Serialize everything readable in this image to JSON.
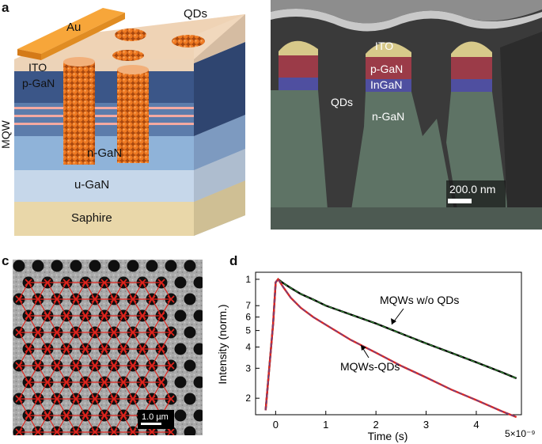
{
  "panels": {
    "a": {
      "letter": "a",
      "labels": {
        "au": "Au",
        "qds": "QDs",
        "ito": "ITO",
        "pgan": "p-GaN",
        "mqw": "MQW",
        "ngan": "n-GaN",
        "ugan": "u-GaN",
        "saphire": "Saphire"
      },
      "colors": {
        "au": "#f39c2a",
        "ito": "#ecd3b8",
        "pgan": "#3b5688",
        "mqw_well": "#f4a9a1",
        "ngan": "#8fb3d9",
        "ugan": "#c6d7ea",
        "saphire": "#e9d7a9",
        "qd": "#e46f1e"
      }
    },
    "b": {
      "letter": "b",
      "labels": {
        "ito": "ITO",
        "pgan": "p-GaN",
        "ingan": "InGaN",
        "qds": "QDs",
        "ngan": "n-GaN",
        "scale_bar": "200.0 nm"
      },
      "colors": {
        "ito": "#d7c98a",
        "pgan": "#9b3b48",
        "ingan": "#4f4fa0",
        "ngan": "#5e7365",
        "background": "#3c3c3c"
      }
    },
    "c": {
      "letter": "c",
      "scale_bar": "1.0 µm",
      "colors": {
        "background": "#a9a9a9",
        "hole": "#0f0f0f",
        "network": "#e1241d"
      }
    },
    "d": {
      "letter": "d",
      "annotations": {
        "series_a_label": "MQWs w/o QDs",
        "series_b_label": "MQWs-QDs"
      },
      "exponent": "5×10⁻⁹"
    }
  },
  "chart_data": {
    "type": "line",
    "xlabel": "Time (s)",
    "ylabel": "Intensity (norm.)",
    "x_scale": "linear",
    "y_scale": "log",
    "xlim": [
      -0.4,
      4.9
    ],
    "ylim": [
      0.16,
      1.1
    ],
    "x_ticks": [
      "0",
      "1",
      "2",
      "3",
      "4"
    ],
    "y_ticks": [
      "1",
      "7",
      "6",
      "5",
      "4",
      "3",
      "2"
    ],
    "x_tick_values": [
      0,
      1,
      2,
      3,
      4
    ],
    "y_tick_values": [
      1,
      0.7,
      0.6,
      0.5,
      0.4,
      0.3,
      0.2
    ],
    "x_multiplier": "5×10⁻⁹",
    "series": [
      {
        "name": "MQWs w/o QDs",
        "color": "#000000",
        "fit_color": "#3aa53a",
        "x": [
          -0.2,
          -0.05,
          0.0,
          0.05,
          0.15,
          0.3,
          0.5,
          0.75,
          1.0,
          1.5,
          2.0,
          2.5,
          3.0,
          3.5,
          4.0,
          4.5,
          4.8
        ],
        "y": [
          0.17,
          0.55,
          0.96,
          1.0,
          0.95,
          0.89,
          0.82,
          0.76,
          0.7,
          0.62,
          0.55,
          0.48,
          0.42,
          0.37,
          0.325,
          0.285,
          0.262
        ]
      },
      {
        "name": "MQWs-QDs",
        "color": "#e0261f",
        "fit_color": "#3c4fb0",
        "x": [
          -0.2,
          -0.05,
          0.0,
          0.05,
          0.15,
          0.3,
          0.5,
          0.75,
          1.0,
          1.5,
          2.0,
          2.5,
          3.0,
          3.5,
          4.0,
          4.5,
          4.8
        ],
        "y": [
          0.17,
          0.55,
          0.96,
          1.0,
          0.9,
          0.78,
          0.68,
          0.6,
          0.54,
          0.44,
          0.37,
          0.31,
          0.265,
          0.225,
          0.195,
          0.168,
          0.155
        ]
      }
    ],
    "grid": false,
    "legend": "annotations"
  }
}
